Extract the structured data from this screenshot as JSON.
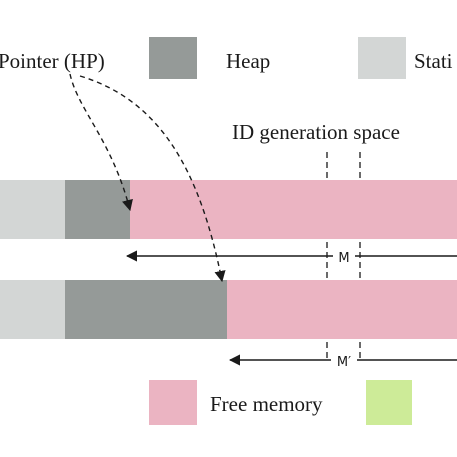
{
  "legend": {
    "hp_label": "Pointer (HP)",
    "heap_label": "Heap",
    "static_label": "Stati",
    "free_label": "Free memory",
    "colors": {
      "heap": "#959a98",
      "static": "#d3d6d5",
      "free": "#ebb4c2",
      "extra": "#cdeb98"
    }
  },
  "annotations": {
    "id_space_label": "ID generation space",
    "m_label": "M",
    "m_prime_label": "M′"
  }
}
